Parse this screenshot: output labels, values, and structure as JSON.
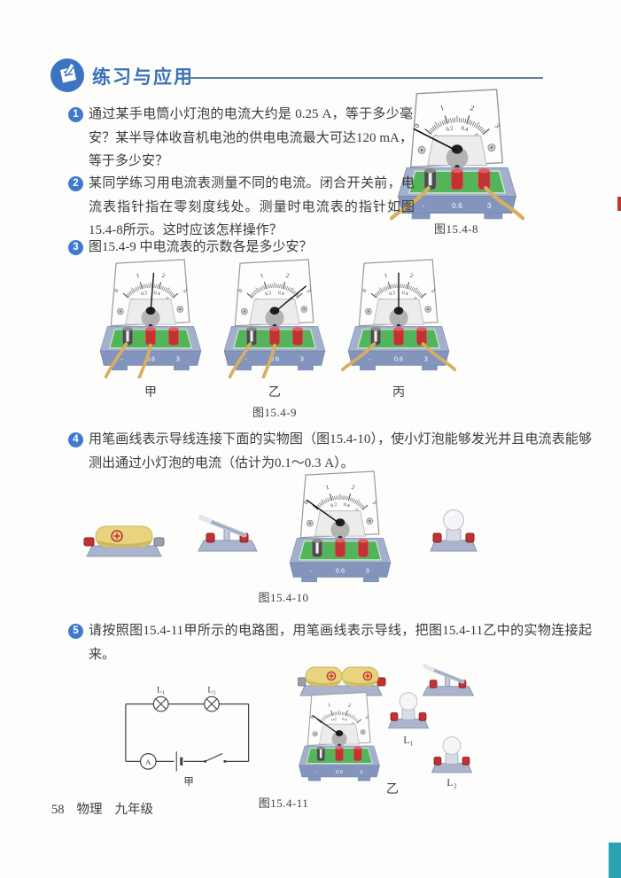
{
  "header": {
    "title": "练习与应用"
  },
  "questions": [
    {
      "num": "1",
      "text": "通过某手电筒小灯泡的电流大约是 0.25 A，等于多少毫安？某半导体收音机电池的供电电流最大可达120 mA，等于多少安？"
    },
    {
      "num": "2",
      "text": "某同学练习用电流表测量不同的电流。闭合开关前，电流表指针指在零刻度线处。测量时电流表的指针如图15.4-8所示。这时应该怎样操作？"
    },
    {
      "num": "3",
      "text": "图15.4-9 中电流表的示数各是多少安？"
    },
    {
      "num": "4",
      "text": "用笔画线表示导线连接下面的实物图（图15.4-10），使小灯泡能够发光并且电流表能够测出通过小灯泡的电流（估计为0.1～0.3 A）。"
    },
    {
      "num": "5",
      "text": "请按照图15.4-11甲所示的电路图，用笔画线表示导线，把图15.4-11乙中的实物连接起来。"
    }
  ],
  "figures": {
    "fig8": {
      "caption": "图15.4-8"
    },
    "fig9": {
      "caption": "图15.4-9",
      "labels": {
        "a": "甲",
        "b": "乙",
        "c": "丙"
      }
    },
    "fig10": {
      "caption": "图15.4-10"
    },
    "fig11": {
      "caption": "图15.4-11",
      "left_label": "甲",
      "right_label": "乙",
      "lamp1": "L₁",
      "lamp2": "L₂",
      "ammeter": "A"
    }
  },
  "meter_scale": {
    "outer_labels": [
      "0",
      "1",
      "2",
      "3"
    ],
    "inner_labels": [
      "0",
      "0.2",
      "0.4",
      "0.6"
    ],
    "unit": "A",
    "terminals": [
      "-",
      "0.6",
      "3"
    ]
  },
  "meters": {
    "fig8": {
      "reading_note": "needle left of zero",
      "needle_deg": -58,
      "wires": "left-right"
    },
    "jia": {
      "reading_note": "needle slightly right of mid",
      "needle_deg": 4,
      "wires": "left-mid"
    },
    "yi": {
      "reading_note": "needle near full scale",
      "needle_deg": 46,
      "wires": "left-mid"
    },
    "bing": {
      "reading_note": "needle at mid scale",
      "needle_deg": 0,
      "wires": "left-right"
    },
    "fig10": {
      "reading_note": "needle at zero",
      "needle_deg": -50,
      "wires": "none"
    },
    "fig11": {
      "reading_note": "needle at zero",
      "needle_deg": -50,
      "wires": "none"
    }
  },
  "footer": {
    "page_number": "58",
    "subject": "物理",
    "grade": "九年级"
  },
  "colors": {
    "accent_blue": "#3a70b8",
    "badge_blue": "#3f7ad0",
    "wire": "#d8ae62",
    "panel_green": "#52b55a",
    "base_blue": "#a3b0cd",
    "terminal_red": "#c23232",
    "corner_teal": "#2ba2b4",
    "edge_red": "#c5372c"
  }
}
